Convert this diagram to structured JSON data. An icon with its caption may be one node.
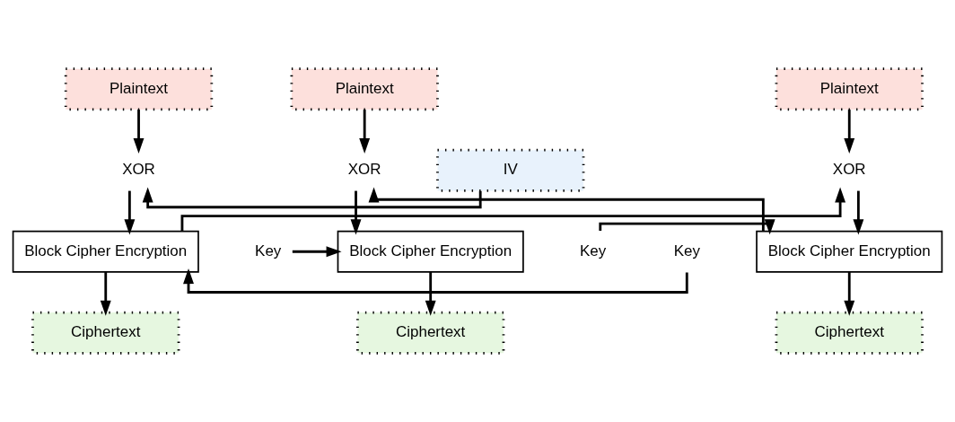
{
  "diagram": {
    "nodes": [
      {
        "text": [
          "Plaintext"
        ]
      },
      {
        "text": [
          "Plaintext"
        ]
      },
      {
        "text": [
          "Plaintext"
        ]
      },
      {
        "text": [
          "IV"
        ]
      },
      {
        "text": [
          "XOR"
        ]
      },
      {
        "text": [
          "XOR"
        ]
      },
      {
        "text": [
          "XOR"
        ]
      },
      {
        "text": [
          "Key"
        ]
      },
      {
        "text": [
          "Block Cipher Encryption"
        ]
      },
      {
        "text": [
          "Key"
        ]
      },
      {
        "text": [
          "Block Cipher Encryption"
        ]
      },
      {
        "text": [
          "Key"
        ]
      },
      {
        "text": [
          "Block Cipher Encryption"
        ]
      },
      {
        "text": [
          "Ciphertext"
        ]
      },
      {
        "text": [
          "Ciphertext"
        ]
      },
      {
        "text": [
          "Ciphertext"
        ]
      }
    ],
    "edges": [
      {
        "from": 0,
        "to": 4,
        "arrow": "to"
      },
      {
        "from": 3,
        "to": 4,
        "arrow": "to"
      },
      {
        "from": 4,
        "to": 8,
        "arrow": "to"
      },
      {
        "from": 7,
        "to": 8,
        "arrow": "to"
      },
      {
        "from": 8,
        "to": 13,
        "arrow": "to"
      },
      {
        "from": 8,
        "to": 5,
        "arrow": "to"
      },
      {
        "from": 1,
        "to": 5,
        "arrow": "to"
      },
      {
        "from": 5,
        "to": 10,
        "arrow": "to"
      },
      {
        "from": 9,
        "to": 10,
        "arrow": "to"
      },
      {
        "from": 10,
        "to": 14,
        "arrow": "to"
      },
      {
        "from": 10,
        "to": 6,
        "arrow": "to"
      },
      {
        "from": 2,
        "to": 6,
        "arrow": "to"
      },
      {
        "from": 6,
        "to": 12,
        "arrow": "to"
      },
      {
        "from": 11,
        "to": 12,
        "arrow": "to"
      },
      {
        "from": 12,
        "to": 15,
        "arrow": "to"
      }
    ]
  }
}
